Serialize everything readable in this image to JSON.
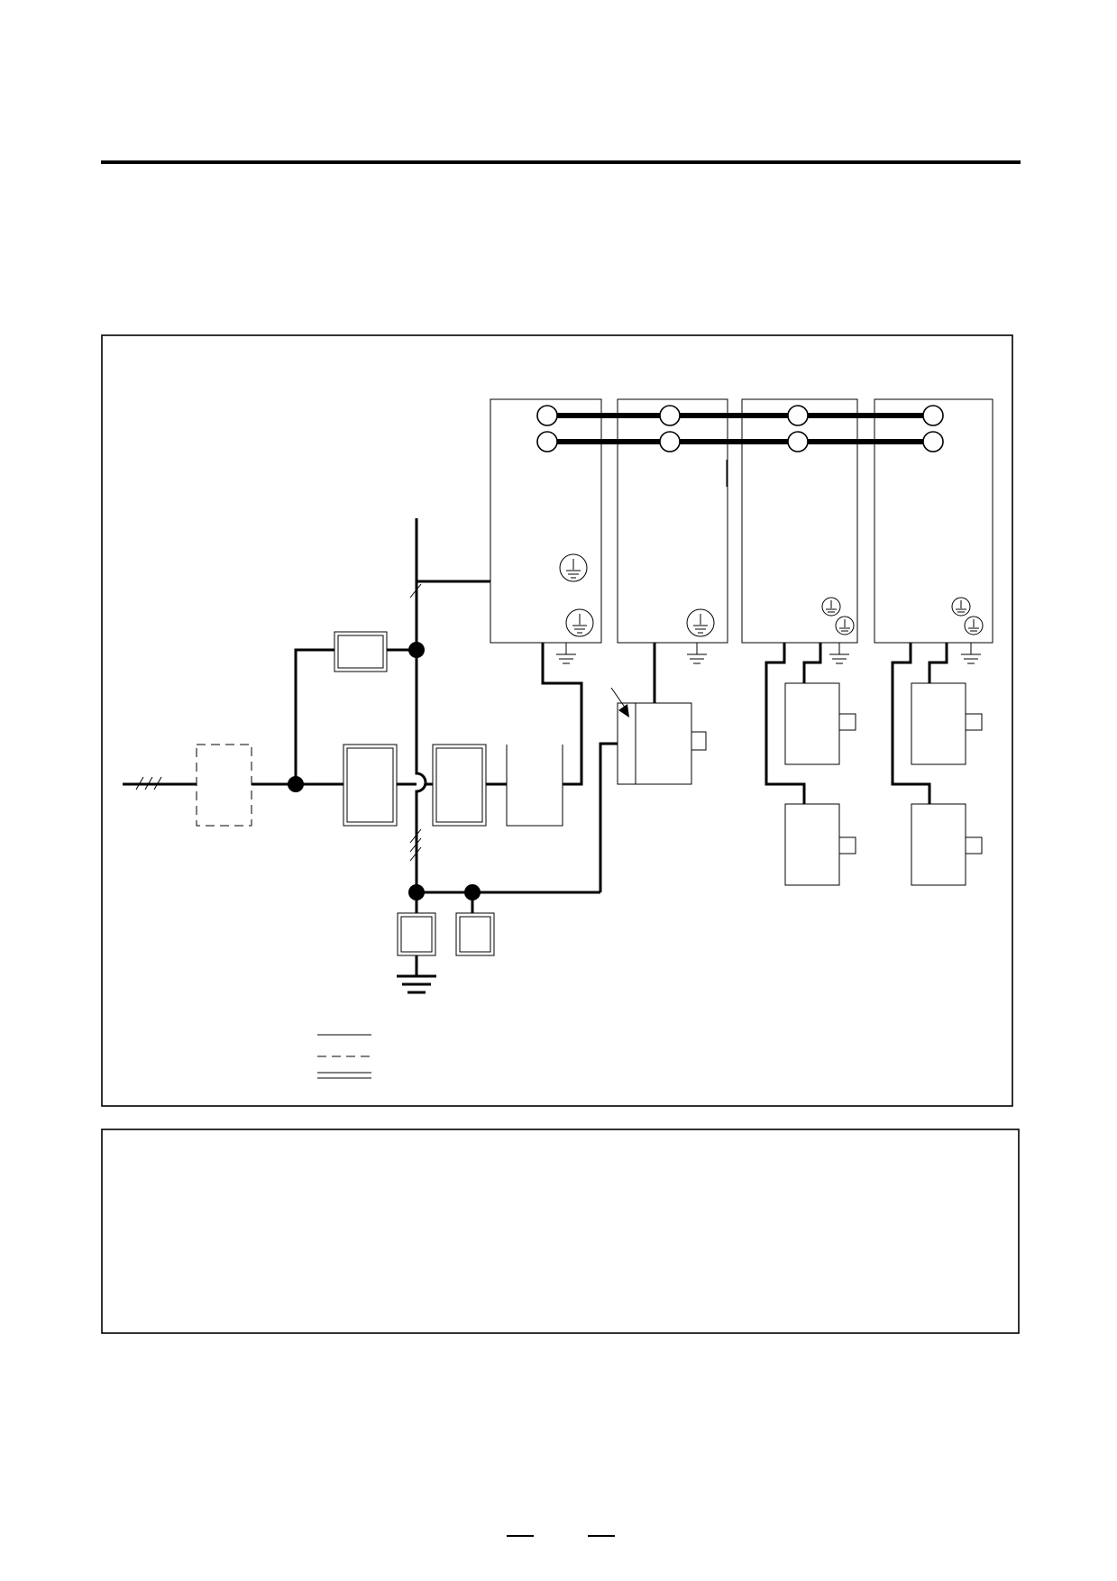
{
  "document": {
    "header_rule_color": "#000000"
  },
  "diagram": {
    "line_color": "#000000",
    "background": "#ffffff",
    "components": [
      "power-input",
      "circuit-breaker-dashed",
      "small-box-upper",
      "box-left-double",
      "box-right-double",
      "open-box",
      "amplifier-module-1",
      "amplifier-module-2",
      "amplifier-module-3",
      "amplifier-module-4",
      "arrowed-device",
      "motor-1",
      "motor-2",
      "motor-3",
      "motor-4",
      "ground-box-1",
      "ground-box-2",
      "ground-symbol"
    ],
    "legend": {
      "styles": [
        "solid",
        "dashed",
        "double"
      ]
    }
  },
  "notes_box": {
    "lines": []
  },
  "footer": {
    "marks": [
      "dash",
      "dash"
    ]
  }
}
